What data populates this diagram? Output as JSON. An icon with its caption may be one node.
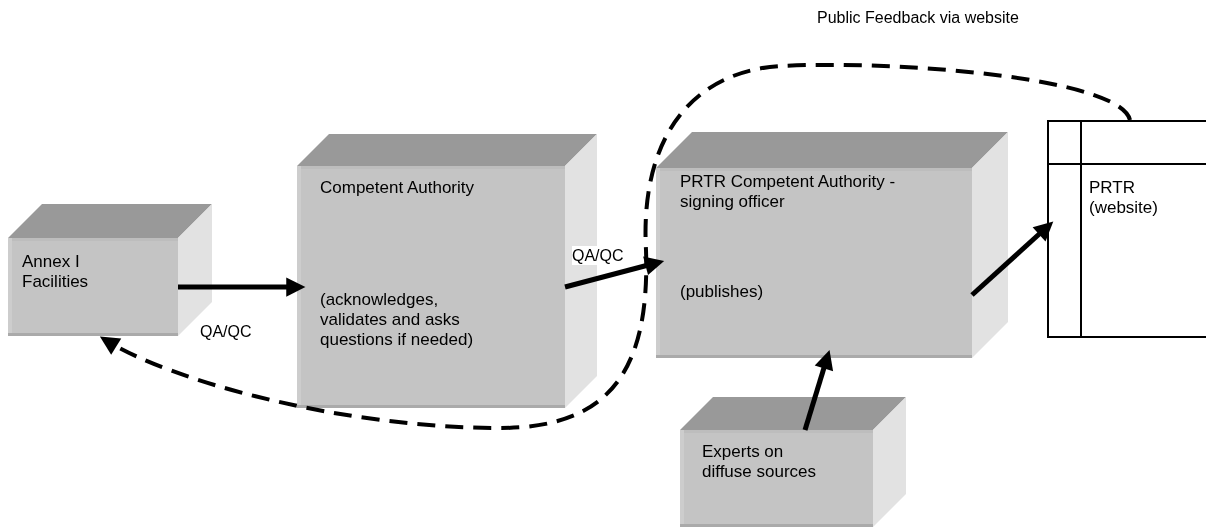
{
  "diagram": {
    "nodes": [
      {
        "text": [
          "Annex I Facilities"
        ]
      },
      {
        "text": [
          "Competent Authority",
          "(acknowledges, validates and asks questions if needed)"
        ]
      },
      {
        "text": [
          "PRTR Competent Authority - signing officer",
          "(publishes)"
        ]
      },
      {
        "text": [
          "PRTR (website)"
        ]
      },
      {
        "text": [
          "Experts on diffuse sources"
        ]
      }
    ],
    "edges": [
      {
        "from": 0,
        "to": 1,
        "arrow": "to",
        "label": "QA/QC"
      },
      {
        "from": 1,
        "to": 2,
        "arrow": "to",
        "label": "QA/QC"
      },
      {
        "from": 2,
        "to": 3,
        "arrow": "to"
      },
      {
        "from": 4,
        "to": 2,
        "arrow": "to"
      },
      {
        "from": 3,
        "to": 0,
        "arrow": "to",
        "style": "dashed",
        "label": "Public Feedback via website"
      }
    ]
  }
}
